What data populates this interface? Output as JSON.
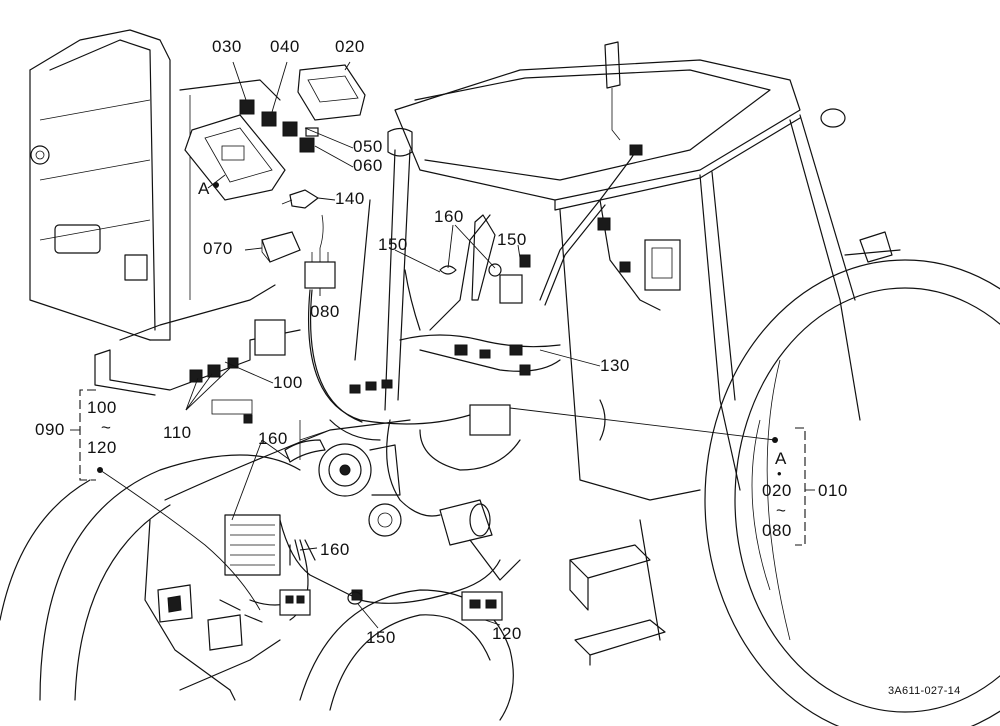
{
  "diagram": {
    "drawing_code": "3A611-027-14",
    "callouts": {
      "c030": "030",
      "c040": "040",
      "c020": "020",
      "c050": "050",
      "c060": "060",
      "c140": "140",
      "c070": "070",
      "c080": "080",
      "c160_top": "160",
      "c150_top_left": "150",
      "c150_top_right": "150",
      "c100_mid": "100",
      "c110": "110",
      "c130": "130",
      "c160_mid": "160",
      "c160_low": "160",
      "c150_bottom": "150",
      "c120_bottom": "120",
      "c010": "010"
    },
    "ref_mark_top": "A",
    "range_left": {
      "outer": "090",
      "from": "100",
      "tilde": "~",
      "to": "120"
    },
    "range_right": {
      "mark": "A",
      "dot": "•",
      "from": "020",
      "tilde": "~",
      "to": "080"
    }
  }
}
